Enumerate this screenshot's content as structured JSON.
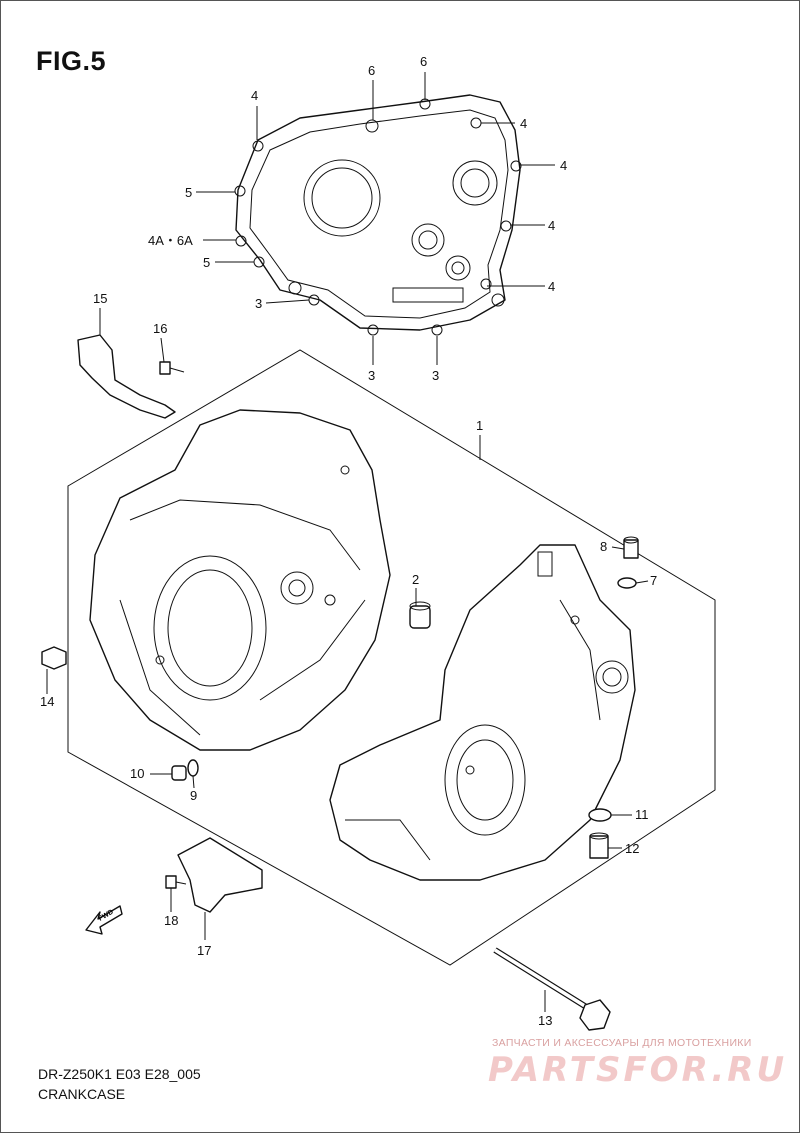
{
  "figure": {
    "title": "FIG.5",
    "model_code": "DR-Z250K1  E03  E28_005",
    "section_name": "CRANKCASE"
  },
  "watermark": {
    "tagline": "ЗАПЧАСТИ И АКСЕССУАРЫ ДЛЯ МОТОТЕХНИКИ",
    "brand": "PARTSFOR.RU"
  },
  "direction_marker": "FWD",
  "callouts": {
    "c1": "1",
    "c2": "2",
    "c3a": "3",
    "c3b": "3",
    "c3c": "3",
    "c4a": "4",
    "c4b": "4",
    "c4c": "4",
    "c4d": "4",
    "c4e": "4",
    "c4a6a": "4A・6A",
    "c5a": "5",
    "c5b": "5",
    "c6a": "6",
    "c6b": "6",
    "c7": "7",
    "c8": "8",
    "c9": "9",
    "c10": "10",
    "c11": "11",
    "c12": "12",
    "c13": "13",
    "c14": "14",
    "c15": "15",
    "c16": "16",
    "c17": "17",
    "c18": "18"
  },
  "colors": {
    "line": "#111111",
    "watermark_text": "#d9a0a0",
    "watermark_brand": "#f2c9c9"
  }
}
